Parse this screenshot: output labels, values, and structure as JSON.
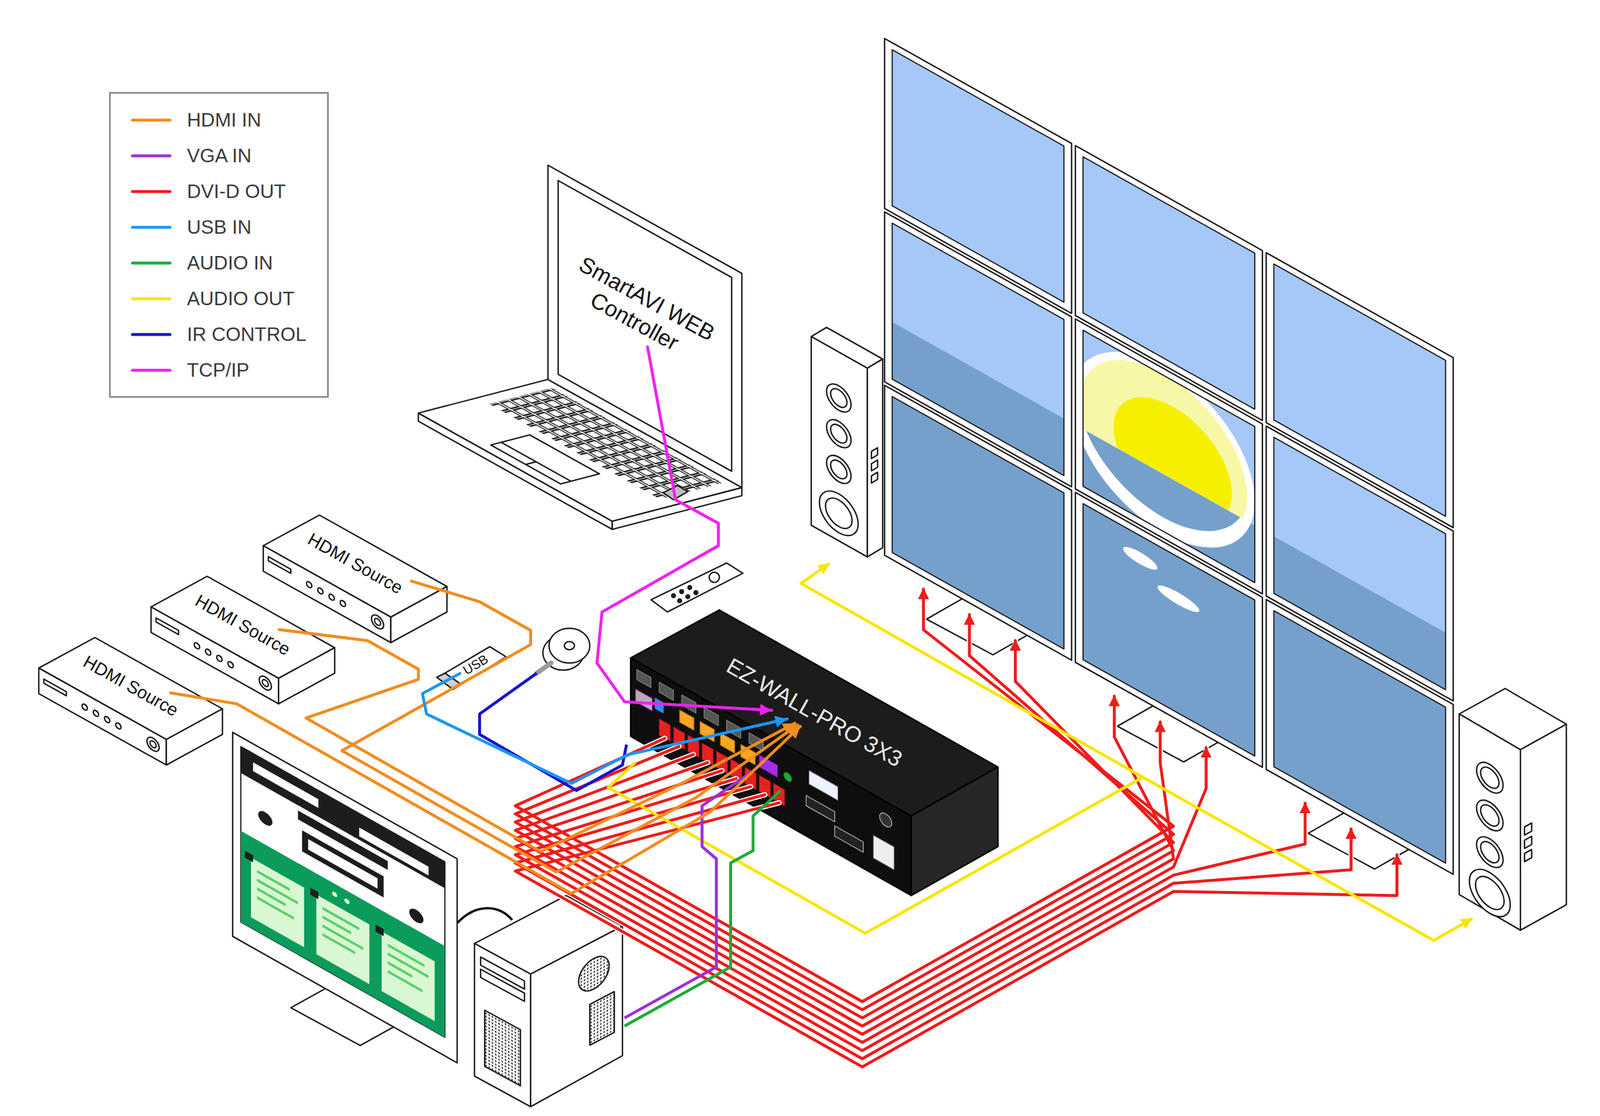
{
  "diagram": {
    "nodes": [
      {
        "text": [
          "SmartAVI WEB Controller"
        ]
      },
      {
        "text": [
          "HDMI Source"
        ]
      },
      {
        "text": [
          "HDMI Source"
        ]
      },
      {
        "text": [
          "HDMI Source"
        ]
      },
      {
        "text": [
          "USB"
        ]
      },
      {
        "text": [
          "EZ-WALL-PRO 3X3"
        ]
      }
    ],
    "edges": [
      {
        "from": 0,
        "to": 5,
        "arrow": "to"
      },
      {
        "from": 1,
        "to": 5,
        "arrow": "to"
      },
      {
        "from": 2,
        "to": 5,
        "arrow": "to"
      },
      {
        "from": 3,
        "to": 5,
        "arrow": "to"
      },
      {
        "from": 4,
        "to": 5,
        "arrow": "to"
      }
    ],
    "legend": [
      {
        "text": "HDMI IN",
        "color": "#f28c1e"
      },
      {
        "text": "VGA IN",
        "color": "#9b30d9"
      },
      {
        "text": "DVI-D OUT",
        "color": "#ee1c1c"
      },
      {
        "text": "USB IN",
        "color": "#1e96f0"
      },
      {
        "text": "AUDIO IN",
        "color": "#1faa3c"
      },
      {
        "text": "AUDIO OUT",
        "color": "#f7e600"
      },
      {
        "text": "IR CONTROL",
        "color": "#1515c8"
      },
      {
        "text": "TCP/IP",
        "color": "#ee22ee"
      }
    ]
  }
}
